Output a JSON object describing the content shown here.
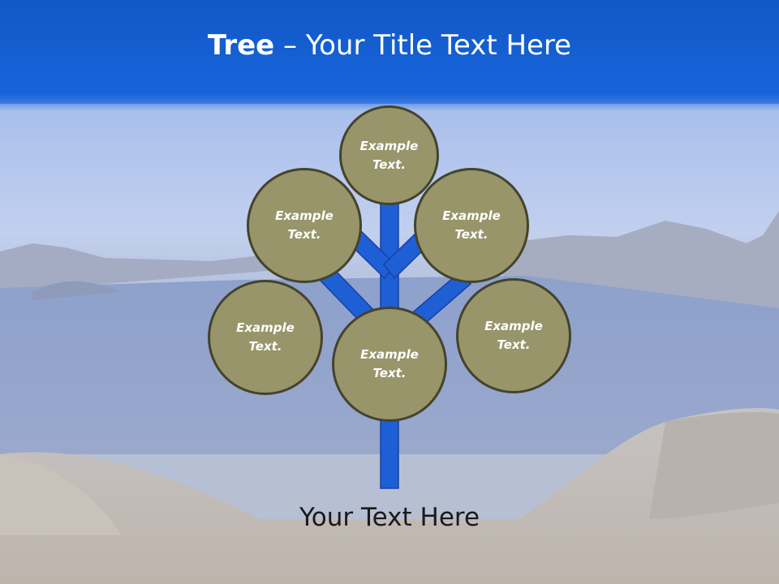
{
  "slide": {
    "title_bold": "Tree",
    "title_rest": " – Your Title Text Here",
    "caption": "Your Text Here"
  },
  "nodes": [
    {
      "id": "top",
      "label": "Example Text."
    },
    {
      "id": "upper-left",
      "label": "Example Text."
    },
    {
      "id": "upper-right",
      "label": "Example Text."
    },
    {
      "id": "lower-left",
      "label": "Example Text."
    },
    {
      "id": "center",
      "label": "Example Text."
    },
    {
      "id": "lower-right",
      "label": "Example Text."
    }
  ],
  "colors": {
    "header_blue": "#1560d4",
    "branch_blue": "#1f5fd6",
    "node_fill": "#98956a",
    "node_border": "#44432c"
  }
}
